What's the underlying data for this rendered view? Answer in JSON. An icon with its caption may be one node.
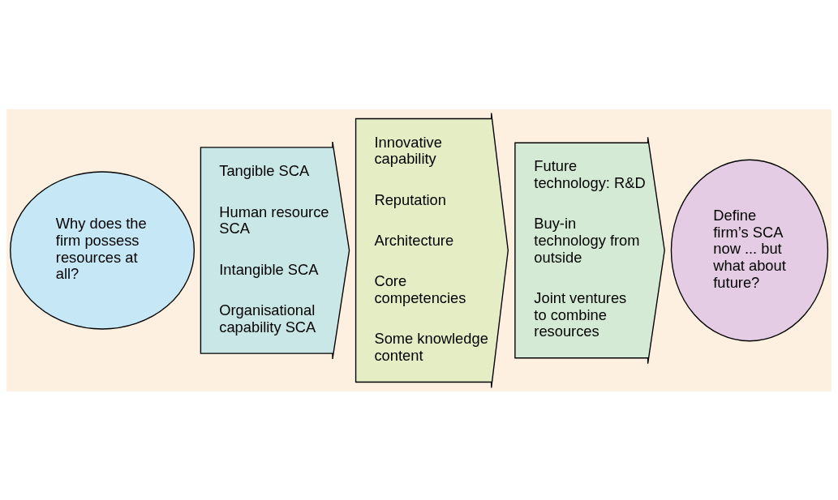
{
  "diagram": {
    "nodes": [
      {
        "text": [
          "Why does the firm possess resources at all?"
        ]
      },
      {
        "text": [
          "Tangible SCA",
          "Human resource SCA",
          "Intangible SCA",
          "Organisational capability SCA"
        ]
      },
      {
        "text": [
          "Innovative capability",
          "Reputation",
          "Architecture",
          "Core competencies",
          "Some knowledge content"
        ]
      },
      {
        "text": [
          "Future technology: R&D",
          "Buy-in technology from outside",
          "Joint ventures to combine resources"
        ]
      },
      {
        "text": [
          "Define firm’s SCA now ... but what about future?"
        ]
      }
    ]
  }
}
